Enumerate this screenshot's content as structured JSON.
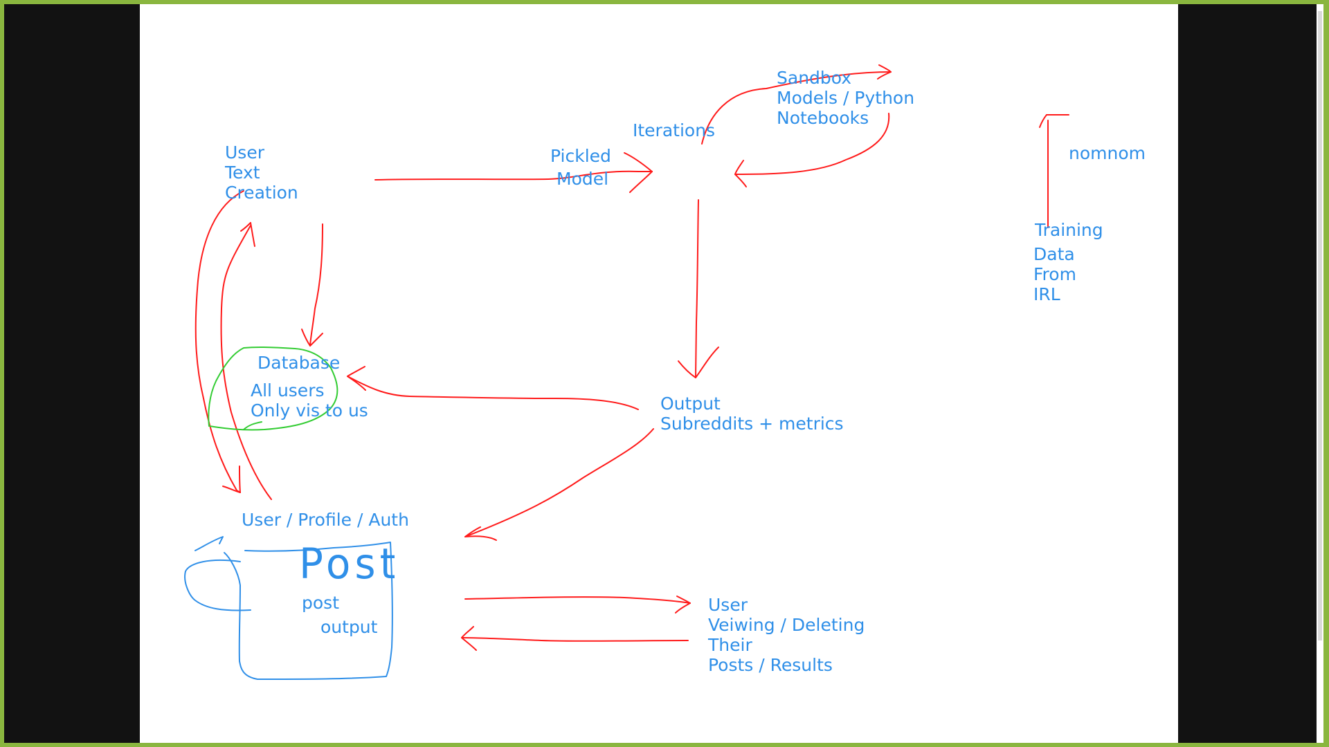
{
  "diagram": {
    "labels": {
      "user_text_creation": [
        "User",
        "Text",
        "Creation"
      ],
      "pickled_model": [
        "Pickled",
        "Model"
      ],
      "sandbox": [
        "Sandbox",
        "Models / Python",
        "Notebooks"
      ],
      "iterations": "Iterations",
      "nomnom": "nomnom",
      "training_data": [
        "Training",
        "Data",
        "From",
        "IRL"
      ],
      "database": "Database",
      "database_note": [
        "All users",
        "Only vis to us"
      ],
      "output": [
        "Output",
        "Subreddits + metrics"
      ],
      "user_profile_auth": "User / Profile / Auth",
      "post_title": "Post",
      "post_sub": [
        "post",
        "output"
      ],
      "user_viewing": [
        "User",
        "Veiwing / Deleting",
        "Their",
        "Posts / Results"
      ]
    },
    "colors": {
      "arrow": "#ff1a1a",
      "text": "#2f8fe8",
      "database_outline": "#33cc33",
      "post_outline": "#2f8fe8",
      "frame": "#8ab63f",
      "side_panels": "#121212",
      "canvas": "#ffffff"
    }
  }
}
